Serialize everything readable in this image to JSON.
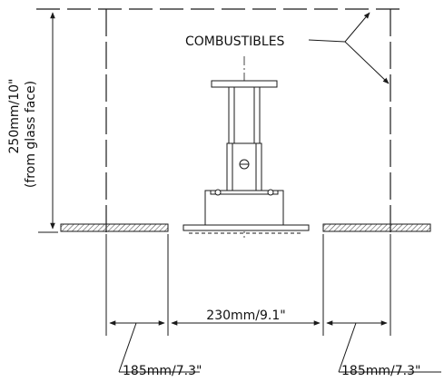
{
  "labels": {
    "combustibles": "COMBUSTIBLES",
    "clearance_top_line1": "250mm/10\"",
    "clearance_top_line2": "(from glass face)",
    "opening_width": "230mm/9.1\"",
    "side_left": "185mm/7.3\"",
    "side_right": "185mm/7.3\""
  },
  "colors": {
    "line": "#1a1a1a",
    "hatch": "#555555",
    "background": "#ffffff"
  }
}
